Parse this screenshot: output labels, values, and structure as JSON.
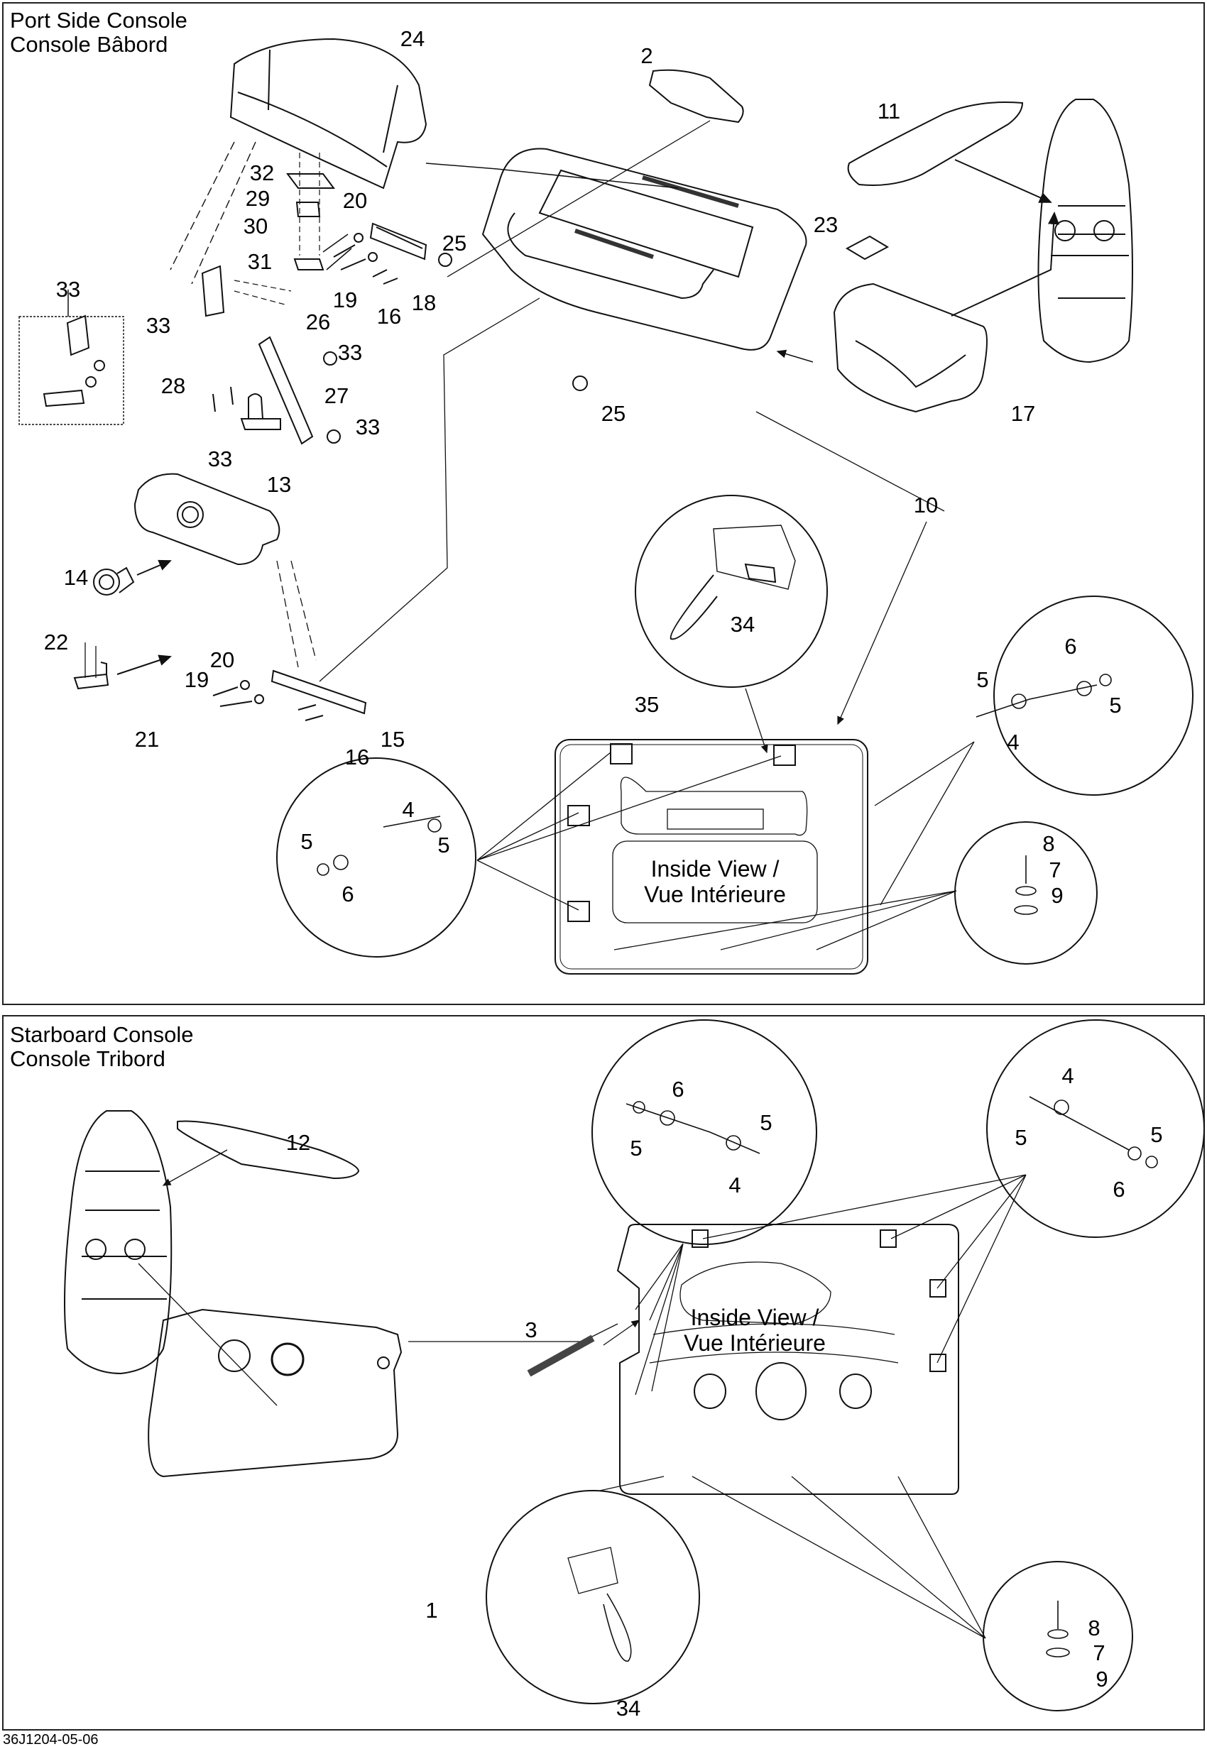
{
  "sections": [
    {
      "id": "port",
      "title_line1": "Port Side Console",
      "title_line2": "Console Bâbord",
      "inside_view_line1": "Inside View /",
      "inside_view_line2": "Vue Intérieure",
      "callouts": [
        "24",
        "2",
        "11",
        "32",
        "29",
        "20",
        "30",
        "23",
        "25",
        "31",
        "19",
        "18",
        "16",
        "26",
        "33",
        "33",
        "33",
        "28",
        "27",
        "25",
        "17",
        "33",
        "33",
        "13",
        "10",
        "14",
        "34",
        "22",
        "6",
        "20",
        "5",
        "5",
        "19",
        "35",
        "15",
        "21",
        "4",
        "16",
        "4",
        "5",
        "5",
        "8",
        "7",
        "6",
        "9"
      ]
    },
    {
      "id": "starboard",
      "title_line1": "Starboard Console",
      "title_line2": "Console Tribord",
      "inside_view_line1": "Inside View /",
      "inside_view_line2": "Vue Intérieure",
      "callouts": [
        "4",
        "12",
        "6",
        "5",
        "5",
        "5",
        "5",
        "4",
        "6",
        "3",
        "1",
        "8",
        "7",
        "9",
        "34"
      ]
    }
  ],
  "footer": {
    "drawing_code": "36J1204-05-06"
  }
}
